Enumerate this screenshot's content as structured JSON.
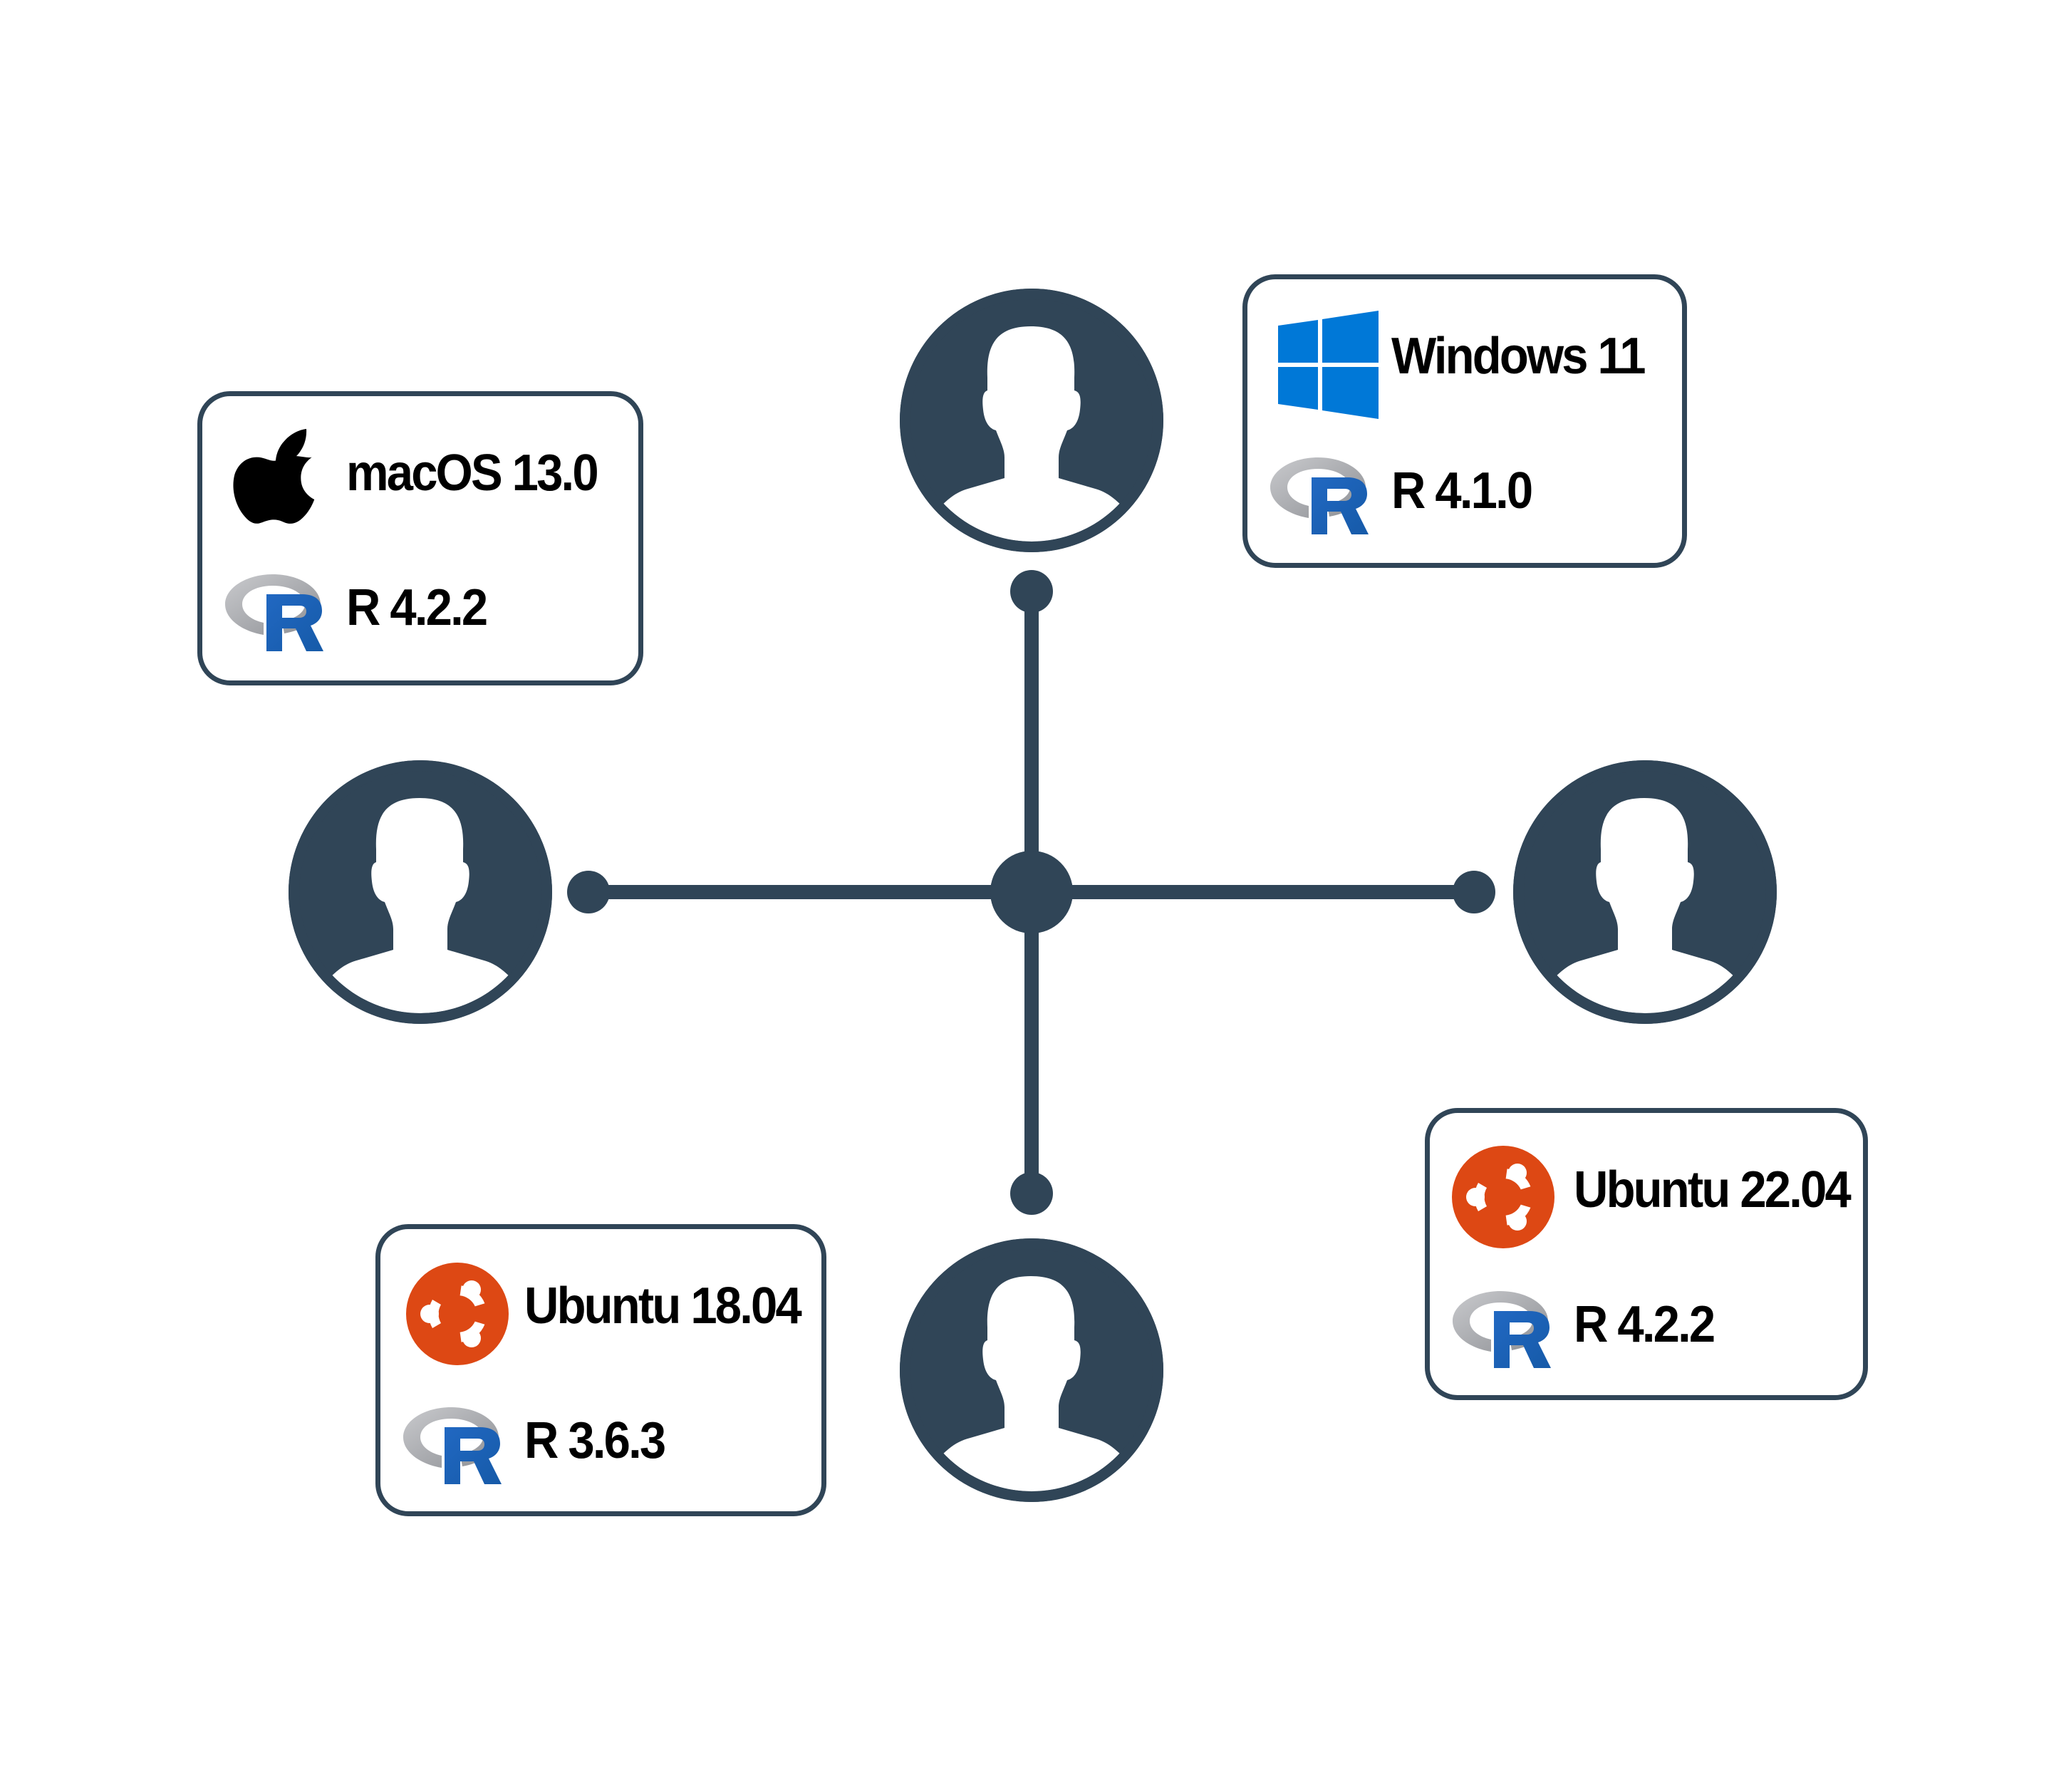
{
  "diagram": {
    "title": "",
    "hub": {
      "name": "central-hub"
    },
    "colors": {
      "node": "#304557",
      "card_border": "#304557",
      "ubuntu": "#dd4814",
      "windows": "#0078d7",
      "r_blue": "#1f65b7",
      "r_gray": "#a9abb0",
      "text": "#000000"
    },
    "nodes": [
      {
        "id": "top",
        "position": "top",
        "os": {
          "icon": "windows-logo-icon",
          "label": "Windows 11"
        },
        "r": {
          "icon": "r-logo-icon",
          "label": "R 4.1.0"
        }
      },
      {
        "id": "left",
        "position": "left",
        "os": {
          "icon": "apple-logo-icon",
          "label": "macOS 13.0"
        },
        "r": {
          "icon": "r-logo-icon",
          "label": "R 4.2.2"
        }
      },
      {
        "id": "right",
        "position": "right",
        "os": {
          "icon": "ubuntu-logo-icon",
          "label": "Ubuntu 22.04"
        },
        "r": {
          "icon": "r-logo-icon",
          "label": "R 4.2.2"
        }
      },
      {
        "id": "bottom",
        "position": "bottom",
        "os": {
          "icon": "ubuntu-logo-icon",
          "label": "Ubuntu 18.04"
        },
        "r": {
          "icon": "r-logo-icon",
          "label": "R 3.6.3"
        }
      }
    ]
  }
}
